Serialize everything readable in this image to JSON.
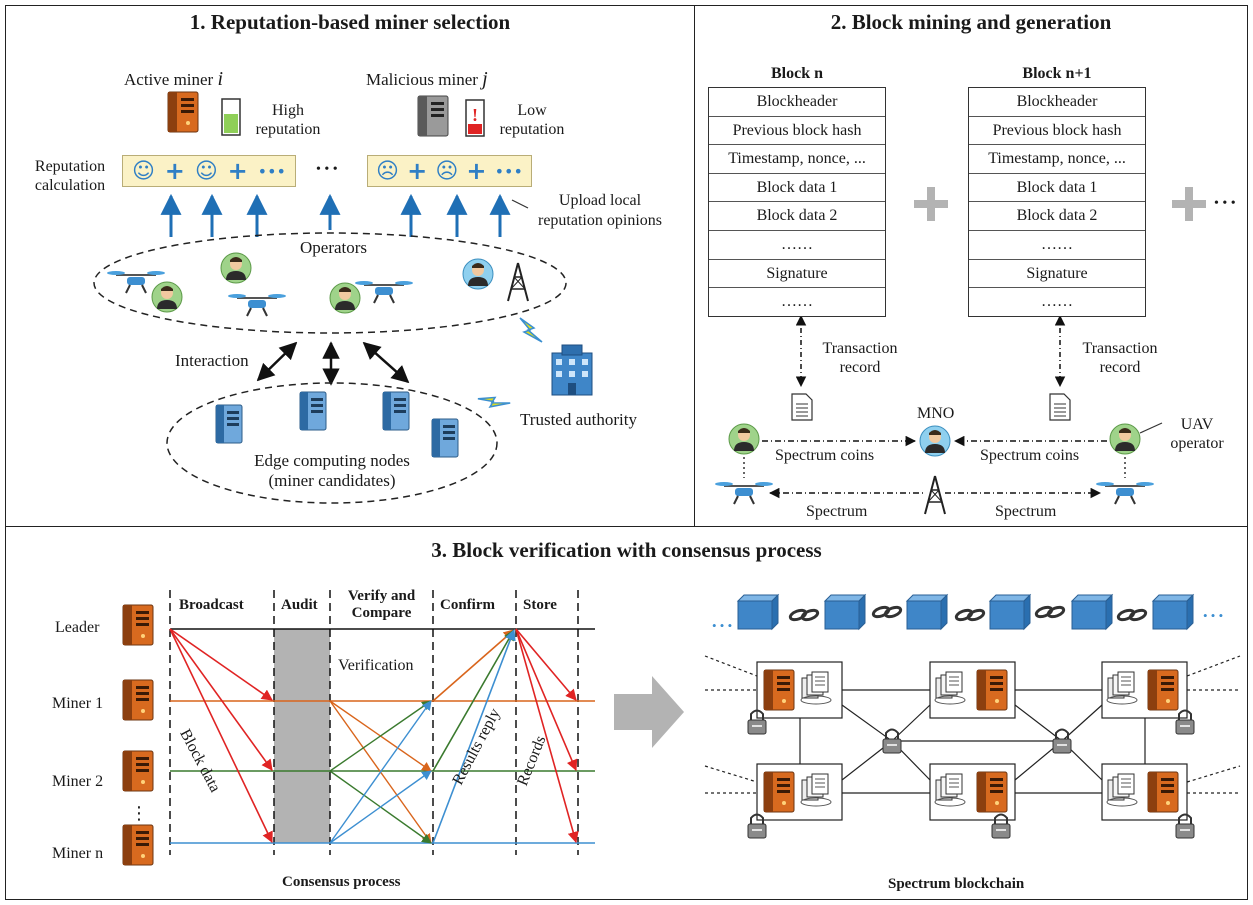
{
  "panel1": {
    "title": "1. Reputation-based miner selection",
    "active_miner": "Active miner",
    "active_miner_var": "i",
    "malicious_miner": "Malicious miner",
    "malicious_miner_var": "j",
    "high_reputation": [
      "High",
      "reputation"
    ],
    "low_reputation": [
      "Low",
      "reputation"
    ],
    "reputation_calculation": [
      "Reputation",
      "calculation"
    ],
    "ellipsis": "• • •",
    "upload_opinions": [
      "Upload local",
      "reputation opinions"
    ],
    "operators": "Operators",
    "interaction": "Interaction",
    "trusted_authority": "Trusted authority",
    "edge_nodes": [
      "Edge computing nodes",
      "(miner candidates)"
    ]
  },
  "panel2": {
    "title": "2. Block mining and generation",
    "block_n": "Block n",
    "block_n1": "Block n+1",
    "block_rows": [
      "Blockheader",
      "Previous block hash",
      "Timestamp, nonce, ...",
      "Block data 1",
      "Block data 2",
      "……",
      "Signature",
      "……"
    ],
    "transaction_record": [
      "Transaction",
      "record"
    ],
    "mno": "MNO",
    "uav_operator": [
      "UAV",
      "operator"
    ],
    "spectrum_coins": "Spectrum coins",
    "spectrum": "Spectrum",
    "more": "• • •"
  },
  "panel3": {
    "title": "3. Block verification with consensus process",
    "phases": [
      "Broadcast",
      "Audit",
      "Verify and",
      "Compare",
      "Confirm",
      "Store"
    ],
    "nodes": [
      "Leader",
      "Miner 1",
      "Miner 2",
      "Miner n"
    ],
    "vdots": "⋮",
    "verification": "Verification",
    "block_data": "Block data",
    "results_reply": "Results reply",
    "records": "Records",
    "consensus_process": "Consensus process",
    "spectrum_blockchain": "Spectrum blockchain",
    "chain_dots": "• • •"
  },
  "colors": {
    "blue_arrow": "#1f6fb5",
    "red": "#e02424",
    "orange": "#d9651c",
    "green": "#3a7a2e",
    "blue": "#3d8fd1",
    "gray": "#b3b3b3",
    "server": "#d86a1f",
    "cube": "#3f86c8"
  }
}
